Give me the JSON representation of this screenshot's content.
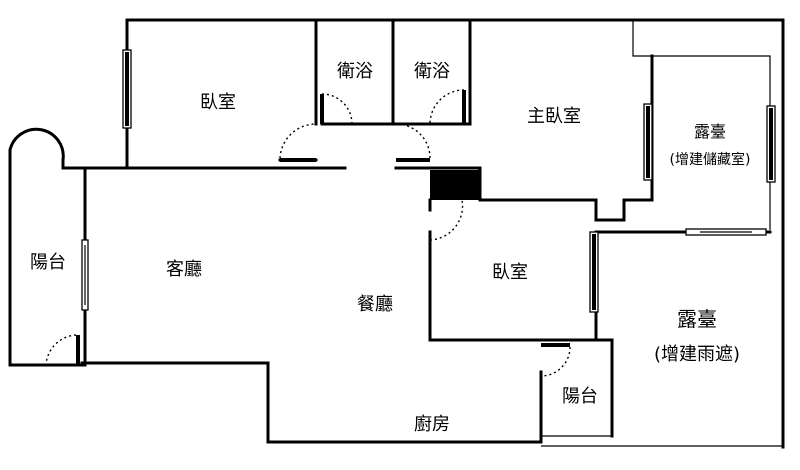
{
  "rooms": {
    "bedroom_top_left": "臥室",
    "bath_1": "衛浴",
    "bath_2": "衛浴",
    "master_bedroom": "主臥室",
    "terrace_upper_line1": "露臺",
    "terrace_upper_line2": "(增建儲藏室)",
    "balcony_left": "陽台",
    "living_room": "客廳",
    "dining_room": "餐廳",
    "bedroom_middle": "臥室",
    "terrace_lower_line1": "露臺",
    "terrace_lower_line2": "(增建雨遮)",
    "balcony_small": "陽台",
    "kitchen": "廚房"
  }
}
